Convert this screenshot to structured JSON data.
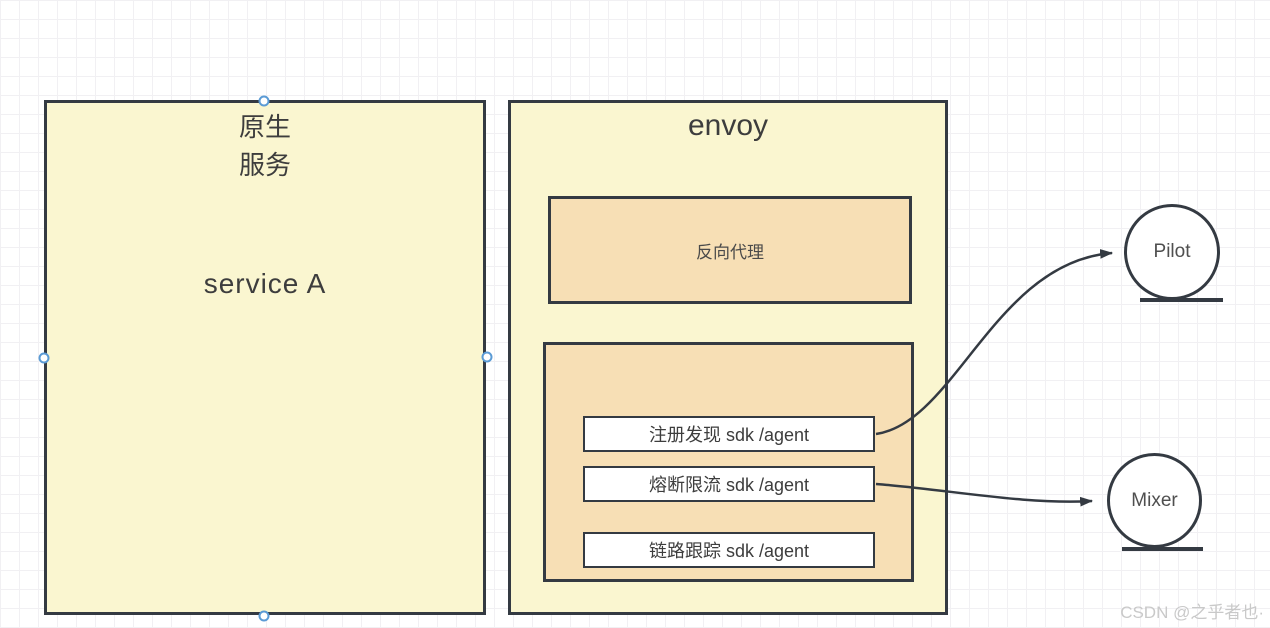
{
  "diagram": {
    "native_service": {
      "title_line1": "原生",
      "title_line2": "服务",
      "label": "service  A"
    },
    "envoy": {
      "title": "envoy",
      "reverse_proxy_label": "反向代理",
      "sdk_items": [
        {
          "label": "注册发现 sdk /agent"
        },
        {
          "label": "熔断限流 sdk /agent"
        },
        {
          "label": "链路跟踪 sdk /agent"
        }
      ]
    },
    "nodes": {
      "pilot": {
        "label": "Pilot"
      },
      "mixer": {
        "label": "Mixer"
      }
    }
  },
  "colors": {
    "box_fill_yellow": "#faf6d0",
    "box_fill_orange": "#f7dfb5",
    "shape_border": "#343a42",
    "white_box_fill": "#ffffff",
    "selection_handle_blue": "#5b9bd5",
    "grid_line": "#f1f0f3",
    "watermark_gray": "#c9c9c9"
  },
  "watermark": {
    "text": "CSDN @之乎者也·"
  }
}
